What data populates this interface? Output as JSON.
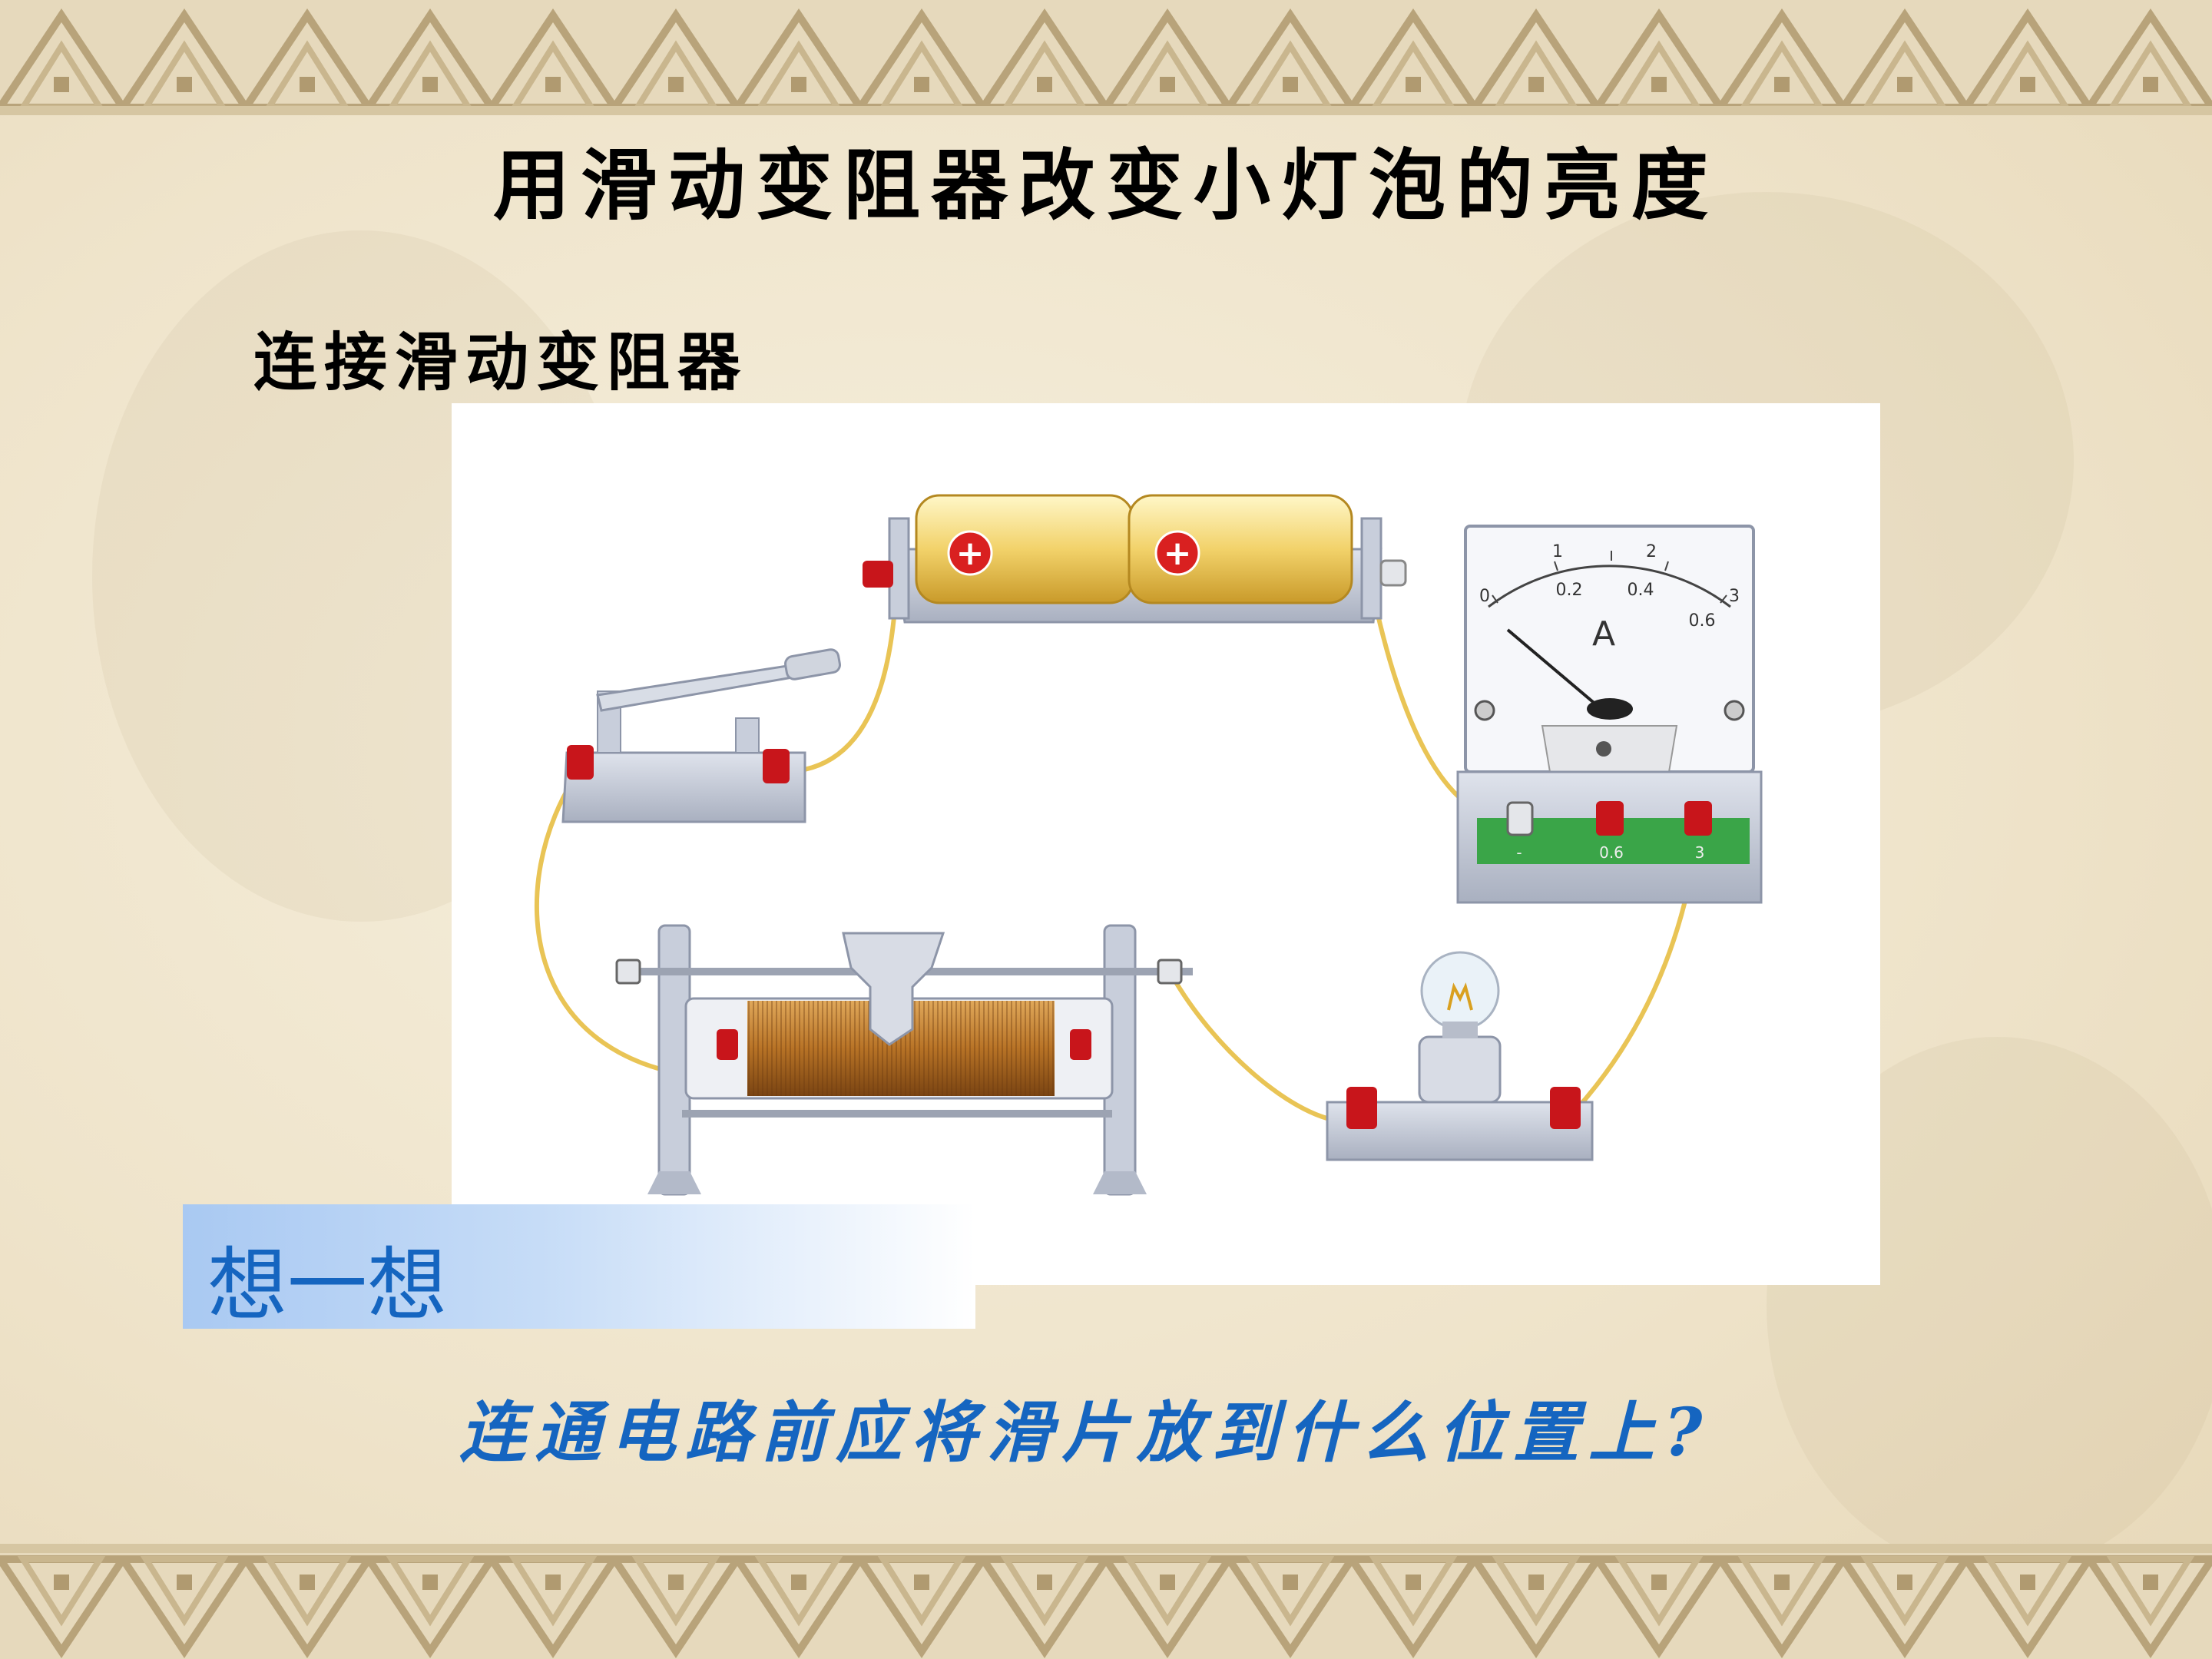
{
  "slide": {
    "title": "用滑动变阻器改变小灯泡的亮度",
    "subtitle": "连接滑动变阻器",
    "think_label": "想一想",
    "question": "连通电路前应将滑片放到什么位置上?"
  },
  "diagram": {
    "ammeter": {
      "upper_scale_labels": [
        "0",
        "1",
        "2",
        "3"
      ],
      "lower_scale_labels": [
        "0.2",
        "0.4",
        "0.6"
      ],
      "unit_symbol": "A",
      "terminal_labels": [
        "-",
        "0.6",
        "3"
      ]
    },
    "battery_symbol": "⊕",
    "colors": {
      "wire": "#e9c455",
      "terminal_red": "#c8151b",
      "coil": "#a86a22",
      "meter_green": "#3aa548",
      "base_gray": "#c8cedb",
      "text_blue": "#1565c0"
    }
  }
}
